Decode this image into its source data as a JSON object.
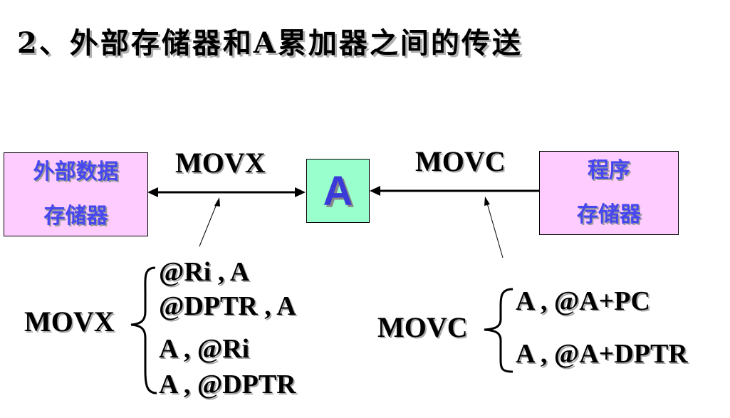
{
  "title": "2、外部存储器和A累加器之间的传送",
  "external_ram_box": {
    "line1": "外部数据",
    "line2": "存储器"
  },
  "accumulator_box": {
    "label": "A"
  },
  "program_memory_box": {
    "line1": "程序",
    "line2": "存储器"
  },
  "movx_arrow_label": "MOVX",
  "movc_arrow_label": "MOVC",
  "movx_group": {
    "mnemonic": "MOVX",
    "operands": [
      "@Ri , A",
      "@DPTR , A",
      "A , @Ri",
      "A , @DPTR"
    ]
  },
  "movc_group": {
    "mnemonic": "MOVC",
    "operands": [
      "A , @A+PC",
      "A , @A+DPTR"
    ]
  },
  "colors": {
    "memory_box_fill": "#ffccff",
    "accumulator_box_fill": "#99ffcc",
    "box_text": "#4747f0"
  }
}
